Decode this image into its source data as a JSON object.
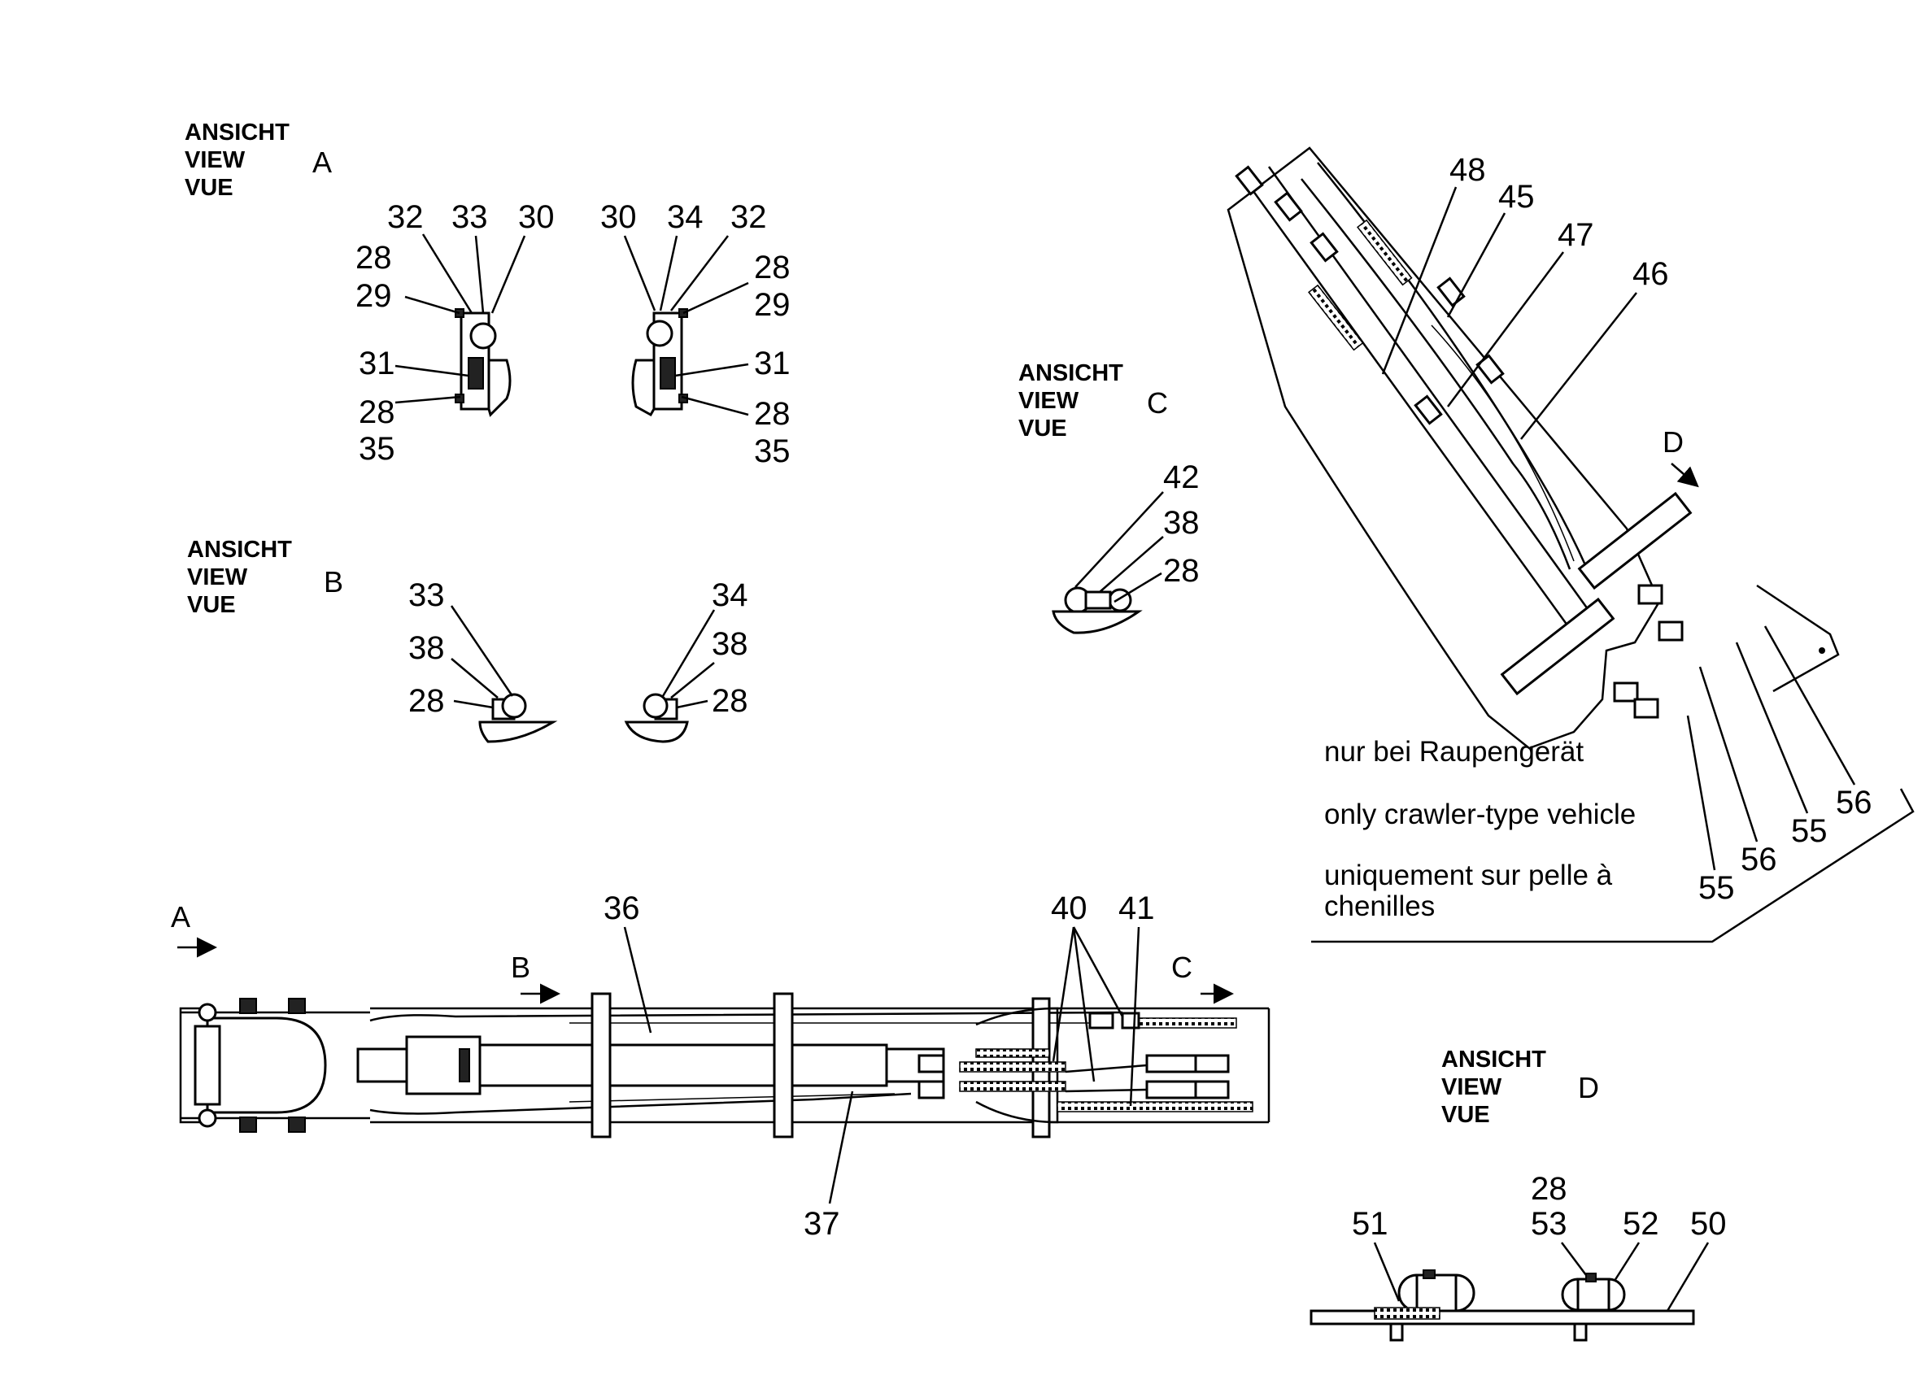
{
  "view_headers": {
    "line1": "ANSICHT",
    "line2": "VIEW",
    "line3": "VUE"
  },
  "views": {
    "a": "A",
    "b": "B",
    "c": "C",
    "d": "D"
  },
  "note": {
    "de": "nur bei Raupengerät",
    "en": "only crawler-type vehicle",
    "fr_line1": "uniquement sur pelle à",
    "fr_line2": "chenilles"
  },
  "callouts": {
    "A_left_32": "32",
    "A_left_33": "33",
    "A_left_30": "30",
    "A_left_28a": "28",
    "A_left_29": "29",
    "A_left_31": "31",
    "A_left_28b": "28",
    "A_left_35": "35",
    "A_right_30": "30",
    "A_right_34": "34",
    "A_right_32": "32",
    "A_right_28a": "28",
    "A_right_29": "29",
    "A_right_31": "31",
    "A_right_28b": "28",
    "A_right_35": "35",
    "B_left_33": "33",
    "B_left_38": "38",
    "B_left_28": "28",
    "B_right_34": "34",
    "B_right_38": "38",
    "B_right_28": "28",
    "C_42": "42",
    "C_38": "38",
    "C_28": "28",
    "main_36": "36",
    "main_37": "37",
    "main_40": "40",
    "main_41": "41",
    "arm_48": "48",
    "arm_45": "45",
    "arm_47": "47",
    "arm_46": "46",
    "arm_56a": "56",
    "arm_55a": "55",
    "arm_56b": "56",
    "arm_55b": "55",
    "D_28": "28",
    "D_53": "53",
    "D_51": "51",
    "D_52": "52",
    "D_50": "50"
  }
}
